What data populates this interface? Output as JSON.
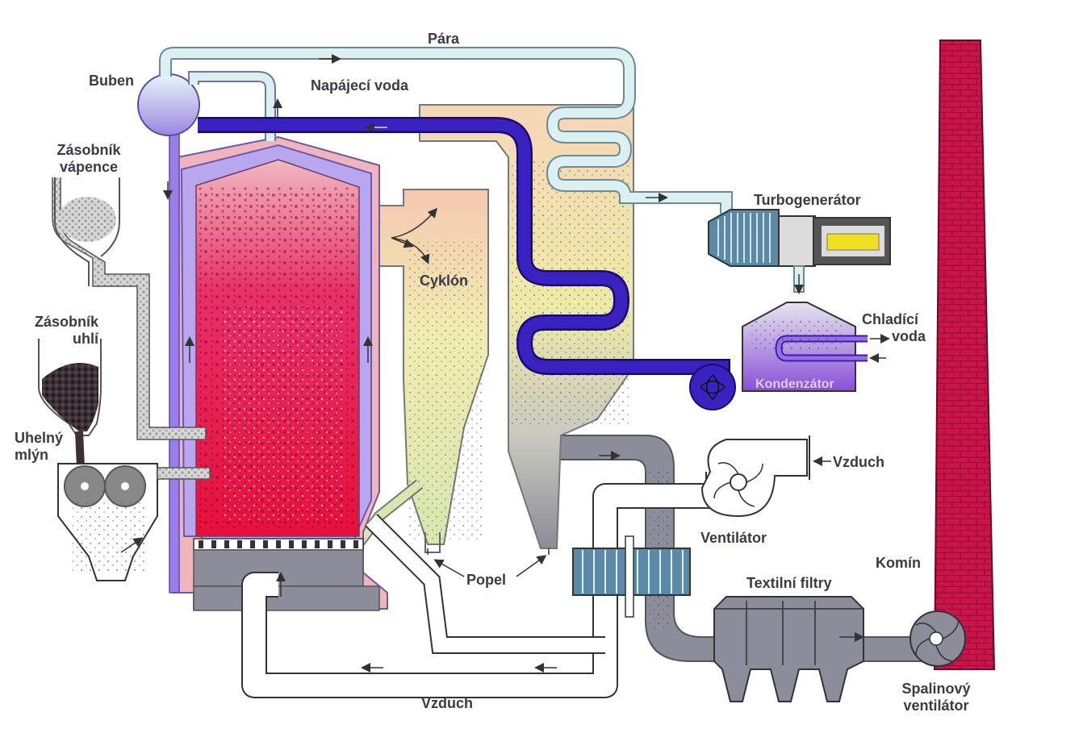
{
  "labels": {
    "steam": "Pára",
    "drum": "Buben",
    "feedwater": "Napájecí voda",
    "limestone_silo_line1": "Zásobník",
    "limestone_silo_line2": "vápence",
    "coal_silo_line1": "Zásobník",
    "coal_silo_line2": "uhlí",
    "coal_mill_line1": "Uhelný",
    "coal_mill_line2": "mlýn",
    "cyclone": "Cyklón",
    "turbogenerator": "Turbogenerátor",
    "cooling_water_line1": "Chladící",
    "cooling_water_line2": "voda",
    "condenser": "Kondenzátor",
    "air_intake": "Vzduch",
    "fan": "Ventilátor",
    "ash": "Popel",
    "chimney": "Komín",
    "fabric_filters": "Textilní filtry",
    "air_return": "Vzduch",
    "flue_gas_fan_line1": "Spalinový",
    "flue_gas_fan_line2": "ventilátor"
  },
  "colors": {
    "steam_pipe": "#dcf0f2",
    "water_pipe": "#3a1ea8",
    "boiler_wall": "#9a7ee8",
    "fireball": "#e8104a",
    "chimney": "#c8154a",
    "flue_duct": "#8a8a98",
    "text": "#3a3a48"
  }
}
